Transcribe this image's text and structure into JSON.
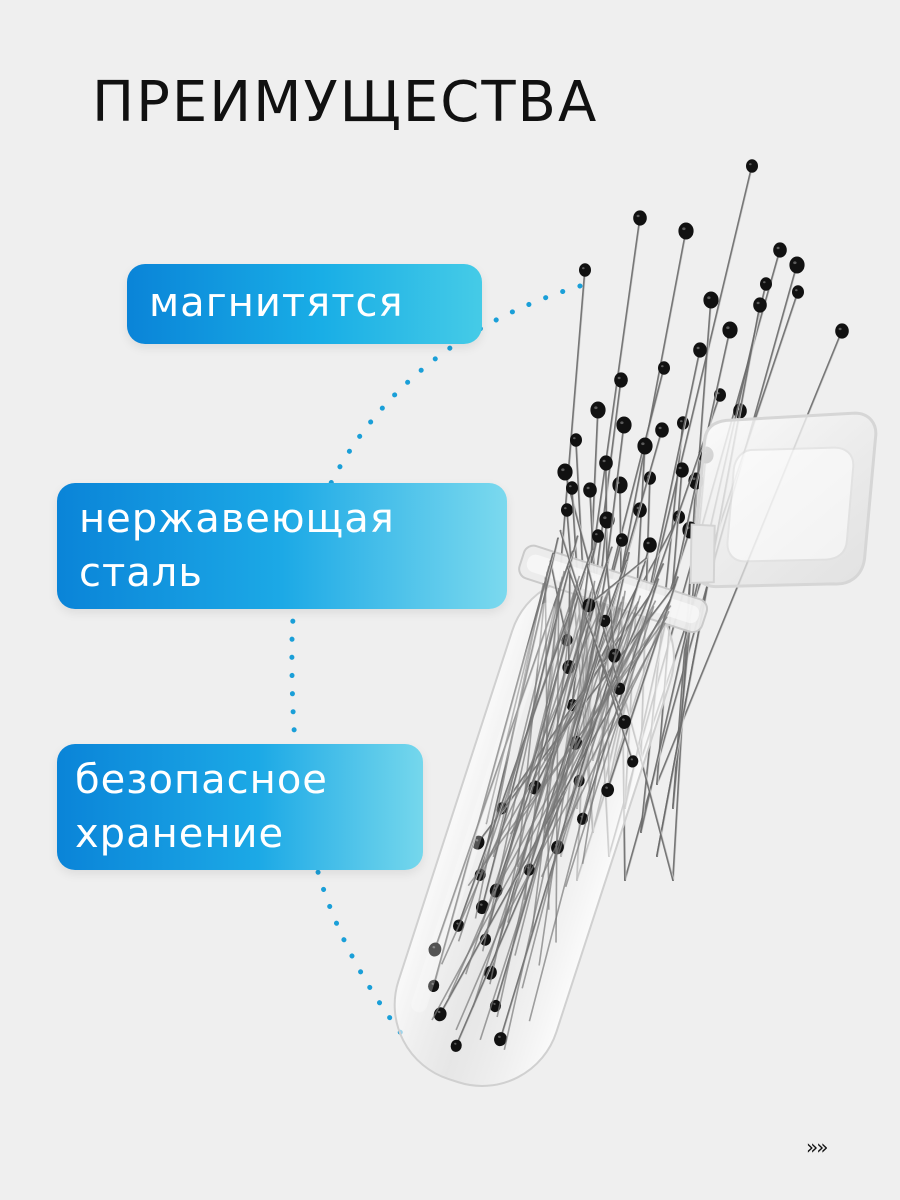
{
  "title": "ПРЕИМУЩЕСТВА",
  "features": [
    {
      "lines": [
        "магнитятся"
      ]
    },
    {
      "lines": [
        "нержавеющая",
        "сталь"
      ]
    },
    {
      "lines": [
        "безопасное",
        "хранение"
      ]
    }
  ],
  "icons": {
    "next": "chevrons-right-icon"
  },
  "colors": {
    "background": "#efefef",
    "accent_start": "#0a84d8",
    "accent_end": "#45cbe7",
    "text": "#111111",
    "badge_text": "#ffffff"
  }
}
